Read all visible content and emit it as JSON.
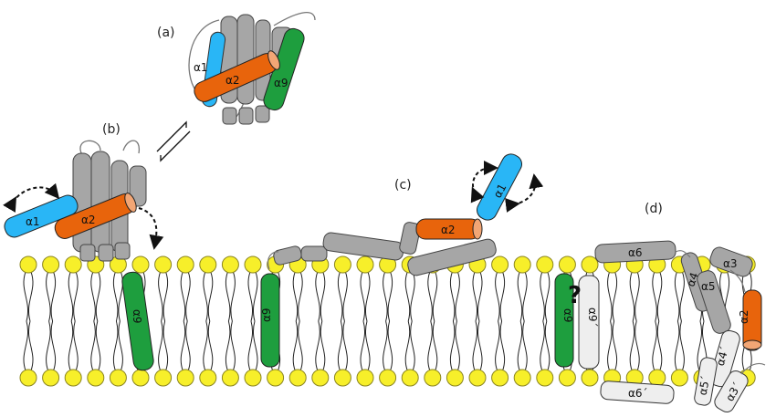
{
  "panels": [
    {
      "id": "a",
      "label": "(a)"
    },
    {
      "id": "b",
      "label": "(b)"
    },
    {
      "id": "c",
      "label": "(c)"
    },
    {
      "id": "d",
      "label": "(d)"
    }
  ],
  "helices": {
    "a_alpha1": "α1",
    "a_alpha2": "α2",
    "a_alpha9": "α9",
    "b_alpha1": "α1",
    "b_alpha2": "α2",
    "b_alpha9": "α9",
    "mid_alpha9": "α9",
    "c_alpha1": "α1",
    "c_alpha2": "α2",
    "d_alpha9": "α9",
    "d_alpha9p": "α9´",
    "d_alpha6": "α6",
    "d_alpha3": "α3",
    "d_alpha4": "α4",
    "d_alpha5": "α5",
    "d_alpha2": "α2",
    "d_alpha4p": "α4´",
    "d_alpha5p": "α5´",
    "d_alpha3p": "α3´",
    "d_alpha6p": "α6´"
  },
  "question_mark": "?",
  "colors": {
    "alpha1": "#29b6f6",
    "alpha2": "#e8640c",
    "alpha9": "#1e9e3e",
    "grey_helix": "#a6a6a6",
    "light_helix": "#eeeeee",
    "lipid_head": "#f7ef2a",
    "outline": "#333333"
  }
}
